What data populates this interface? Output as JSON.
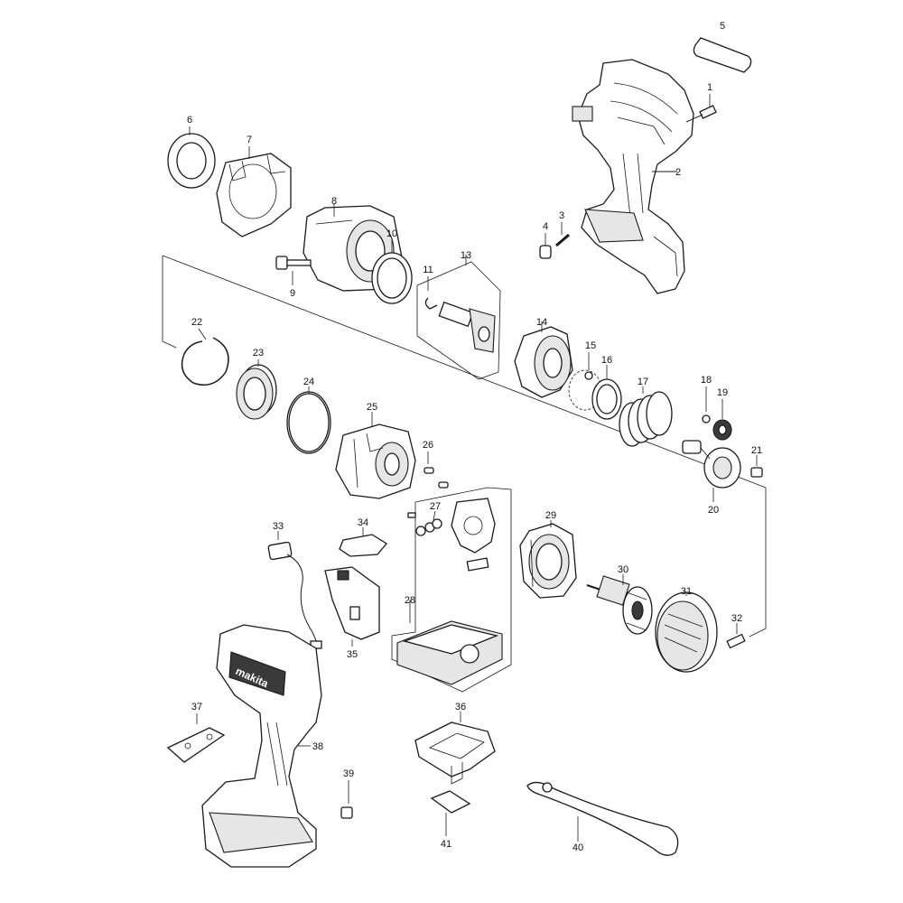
{
  "callouts": [
    {
      "id": "1",
      "label": "1"
    },
    {
      "id": "2",
      "label": "2"
    },
    {
      "id": "3",
      "label": "3"
    },
    {
      "id": "4",
      "label": "4"
    },
    {
      "id": "5",
      "label": "5"
    },
    {
      "id": "6",
      "label": "6"
    },
    {
      "id": "7",
      "label": "7"
    },
    {
      "id": "8",
      "label": "8"
    },
    {
      "id": "9",
      "label": "9"
    },
    {
      "id": "10",
      "label": "10"
    },
    {
      "id": "11",
      "label": "11"
    },
    {
      "id": "13",
      "label": "13"
    },
    {
      "id": "14",
      "label": "14"
    },
    {
      "id": "15",
      "label": "15"
    },
    {
      "id": "16",
      "label": "16"
    },
    {
      "id": "17",
      "label": "17"
    },
    {
      "id": "18",
      "label": "18"
    },
    {
      "id": "19",
      "label": "19"
    },
    {
      "id": "20",
      "label": "20"
    },
    {
      "id": "21",
      "label": "21"
    },
    {
      "id": "22",
      "label": "22"
    },
    {
      "id": "23",
      "label": "23"
    },
    {
      "id": "24",
      "label": "24"
    },
    {
      "id": "25",
      "label": "25"
    },
    {
      "id": "26",
      "label": "26"
    },
    {
      "id": "27",
      "label": "27"
    },
    {
      "id": "28",
      "label": "28"
    },
    {
      "id": "29",
      "label": "29"
    },
    {
      "id": "30",
      "label": "30"
    },
    {
      "id": "31",
      "label": "31"
    },
    {
      "id": "32",
      "label": "32"
    },
    {
      "id": "33",
      "label": "33"
    },
    {
      "id": "34",
      "label": "34"
    },
    {
      "id": "35",
      "label": "35"
    },
    {
      "id": "36",
      "label": "36"
    },
    {
      "id": "37",
      "label": "37"
    },
    {
      "id": "38",
      "label": "38"
    },
    {
      "id": "39",
      "label": "39"
    },
    {
      "id": "40",
      "label": "40"
    },
    {
      "id": "41",
      "label": "41"
    }
  ],
  "housing_branding": {
    "logo_text": "makita"
  },
  "colors": {
    "line": "#1a1a1a",
    "background": "#ffffff",
    "shade": "#e6e6e6"
  }
}
